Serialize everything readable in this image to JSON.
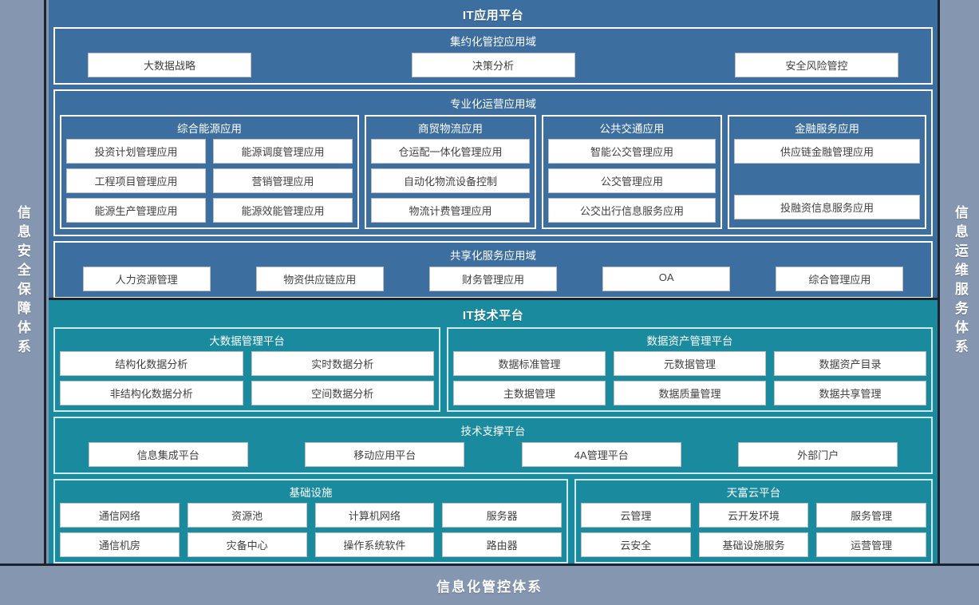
{
  "colors": {
    "page_background": "#8496b0",
    "app_platform_blue": "#3c6e9f",
    "tech_platform_teal": "#1a8a9e",
    "chip_white": "#ffffff",
    "chip_text": "#404040",
    "divider_dark": "#1c2430"
  },
  "rails": {
    "left": "信息安全保障体系",
    "right": "信息运维服务体系"
  },
  "bottom_bar": {
    "label": "信息化管控体系"
  },
  "app_platform": {
    "title": "IT应用平台",
    "bands": [
      {
        "title": "集约化管控应用域",
        "items": [
          "大数据战略",
          "决策分析",
          "安全风险管控"
        ]
      }
    ],
    "professional": {
      "title": "专业化运营应用域",
      "domains": [
        {
          "title": "综合能源应用",
          "rows": [
            [
              "投资计划管理应用",
              "能源调度管理应用"
            ],
            [
              "工程项目管理应用",
              "营销管理应用"
            ],
            [
              "能源生产管理应用",
              "能源效能管理应用"
            ]
          ]
        },
        {
          "title": "商贸物流应用",
          "rows": [
            [
              "仓运配一体化管理应用"
            ],
            [
              "自动化物流设备控制"
            ],
            [
              "物流计费管理应用"
            ]
          ]
        },
        {
          "title": "公共交通应用",
          "rows": [
            [
              "智能公交管理应用"
            ],
            [
              "公交管理应用"
            ],
            [
              "公交出行信息服务应用"
            ]
          ]
        },
        {
          "title": "金融服务应用",
          "rows": [
            [
              "供应链金融管理应用"
            ],
            [
              ""
            ],
            [
              "投融资信息服务应用"
            ]
          ]
        }
      ]
    },
    "shared": {
      "title": "共享化服务应用域",
      "items": [
        "人力资源管理",
        "物资供应链应用",
        "财务管理应用",
        "OA",
        "综合管理应用"
      ]
    }
  },
  "tech_platform": {
    "title": "IT技术平台",
    "groups_top": [
      {
        "title": "大数据管理平台",
        "rows": [
          [
            "结构化数据分析",
            "实时数据分析"
          ],
          [
            "非结构化数据分析",
            "空间数据分析"
          ]
        ]
      },
      {
        "title": "数据资产管理平台",
        "rows": [
          [
            "数据标准管理",
            "元数据管理",
            "数据资产目录"
          ],
          [
            "主数据管理",
            "数据质量管理",
            "数据共享管理"
          ]
        ]
      }
    ],
    "support": {
      "title": "技术支撑平台",
      "items": [
        "信息集成平台",
        "移动应用平台",
        "4A管理平台",
        "外部门户"
      ]
    },
    "groups_bottom": [
      {
        "title": "基础设施",
        "rows": [
          [
            "通信网络",
            "资源池",
            "计算机网络",
            "服务器"
          ],
          [
            "通信机房",
            "灾备中心",
            "操作系统软件",
            "路由器"
          ]
        ]
      },
      {
        "title": "天富云平台",
        "rows": [
          [
            "云管理",
            "云开发环境",
            "服务管理"
          ],
          [
            "云安全",
            "基础设施服务",
            "运营管理"
          ]
        ]
      }
    ]
  }
}
